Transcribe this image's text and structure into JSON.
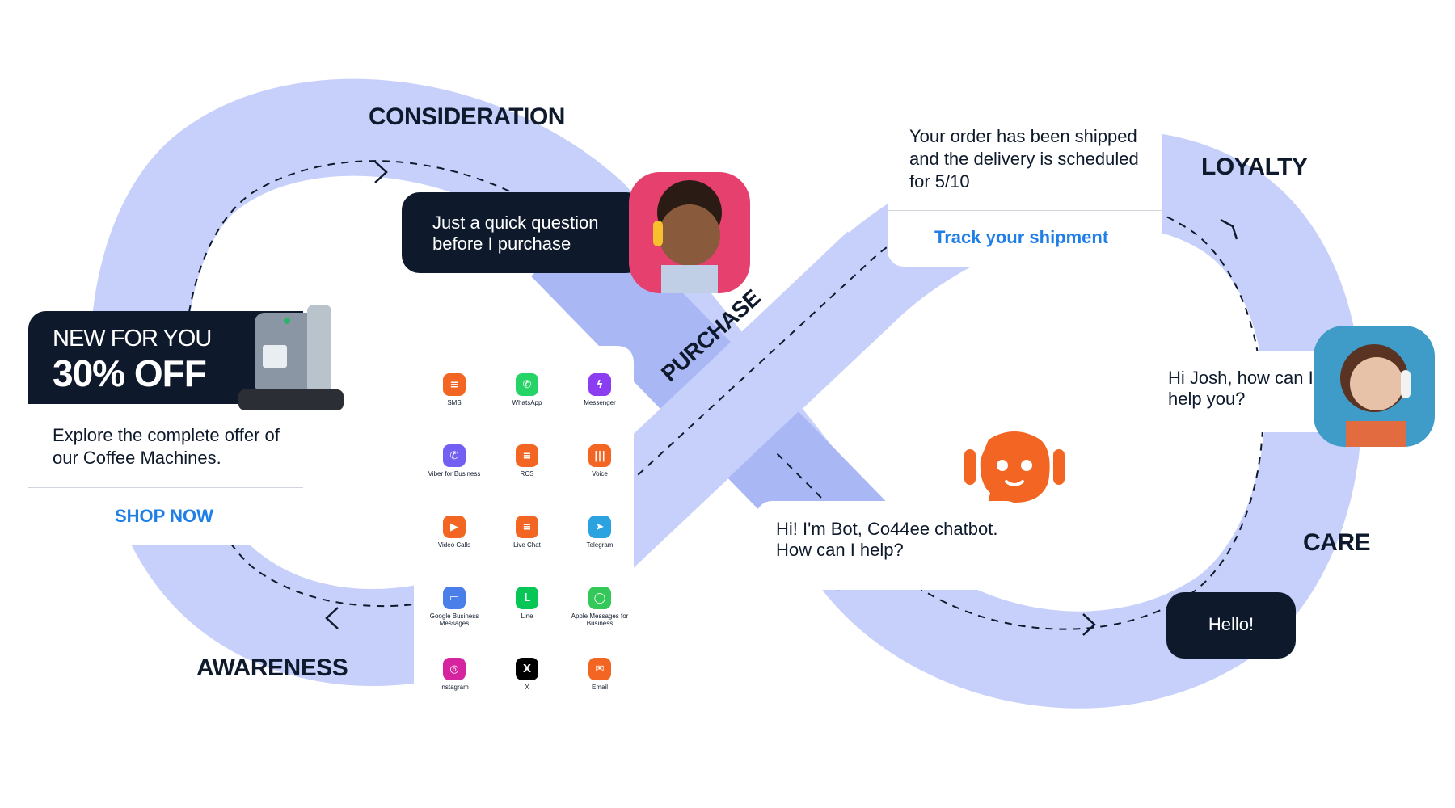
{
  "stages": {
    "consideration": "CONSIDERATION",
    "awareness": "AWARENESS",
    "purchase": "PURCHASE",
    "loyalty": "LOYALTY",
    "care": "CARE"
  },
  "offer": {
    "line1": "NEW FOR YOU",
    "line2": "30% OFF",
    "body": "Explore the complete offer of our Coffee Machines.",
    "cta": "SHOP NOW"
  },
  "question_bubble": "Just a quick question before I purchase",
  "shipment": {
    "message": "Your order has been shipped and the delivery is scheduled for 5/10",
    "cta": "Track your shipment"
  },
  "agent_bubble": "Hi Josh, how can I help you?",
  "bot_bubble": "Hi! I'm Bot, Co44ee chatbot. How can I help?",
  "hello_bubble": "Hello!",
  "channels": [
    {
      "label": "SMS",
      "icon": "sms-icon",
      "color": "#f26522"
    },
    {
      "label": "WhatsApp",
      "icon": "whatsapp-icon",
      "color": "#25d366"
    },
    {
      "label": "Messenger",
      "icon": "messenger-icon",
      "color": "#8b3df2"
    },
    {
      "label": "Viber for Business",
      "icon": "viber-icon",
      "color": "#7360f2"
    },
    {
      "label": "RCS",
      "icon": "rcs-icon",
      "color": "#f26522"
    },
    {
      "label": "Voice",
      "icon": "voice-icon",
      "color": "#f26522"
    },
    {
      "label": "Video Calls",
      "icon": "video-calls-icon",
      "color": "#f26522"
    },
    {
      "label": "Live Chat",
      "icon": "live-chat-icon",
      "color": "#f26522"
    },
    {
      "label": "Telegram",
      "icon": "telegram-icon",
      "color": "#2aa3e0"
    },
    {
      "label": "Google Business Messages",
      "icon": "google-business-messages-icon",
      "color": "#4a7ee8"
    },
    {
      "label": "Line",
      "icon": "line-icon",
      "color": "#06c755"
    },
    {
      "label": "Apple Messages for Business",
      "icon": "apple-messages-icon",
      "color": "#34c759"
    },
    {
      "label": "Instagram",
      "icon": "instagram-icon",
      "color": "#d6249f"
    },
    {
      "label": "X",
      "icon": "x-icon",
      "color": "#000000"
    },
    {
      "label": "Email",
      "icon": "email-icon",
      "color": "#f26522"
    }
  ],
  "colors": {
    "loop": "#c7d0fb",
    "loop_shade": "#aab7f5",
    "dark": "#0e1a2b",
    "link": "#1f7ee8",
    "bot": "#f26522"
  }
}
